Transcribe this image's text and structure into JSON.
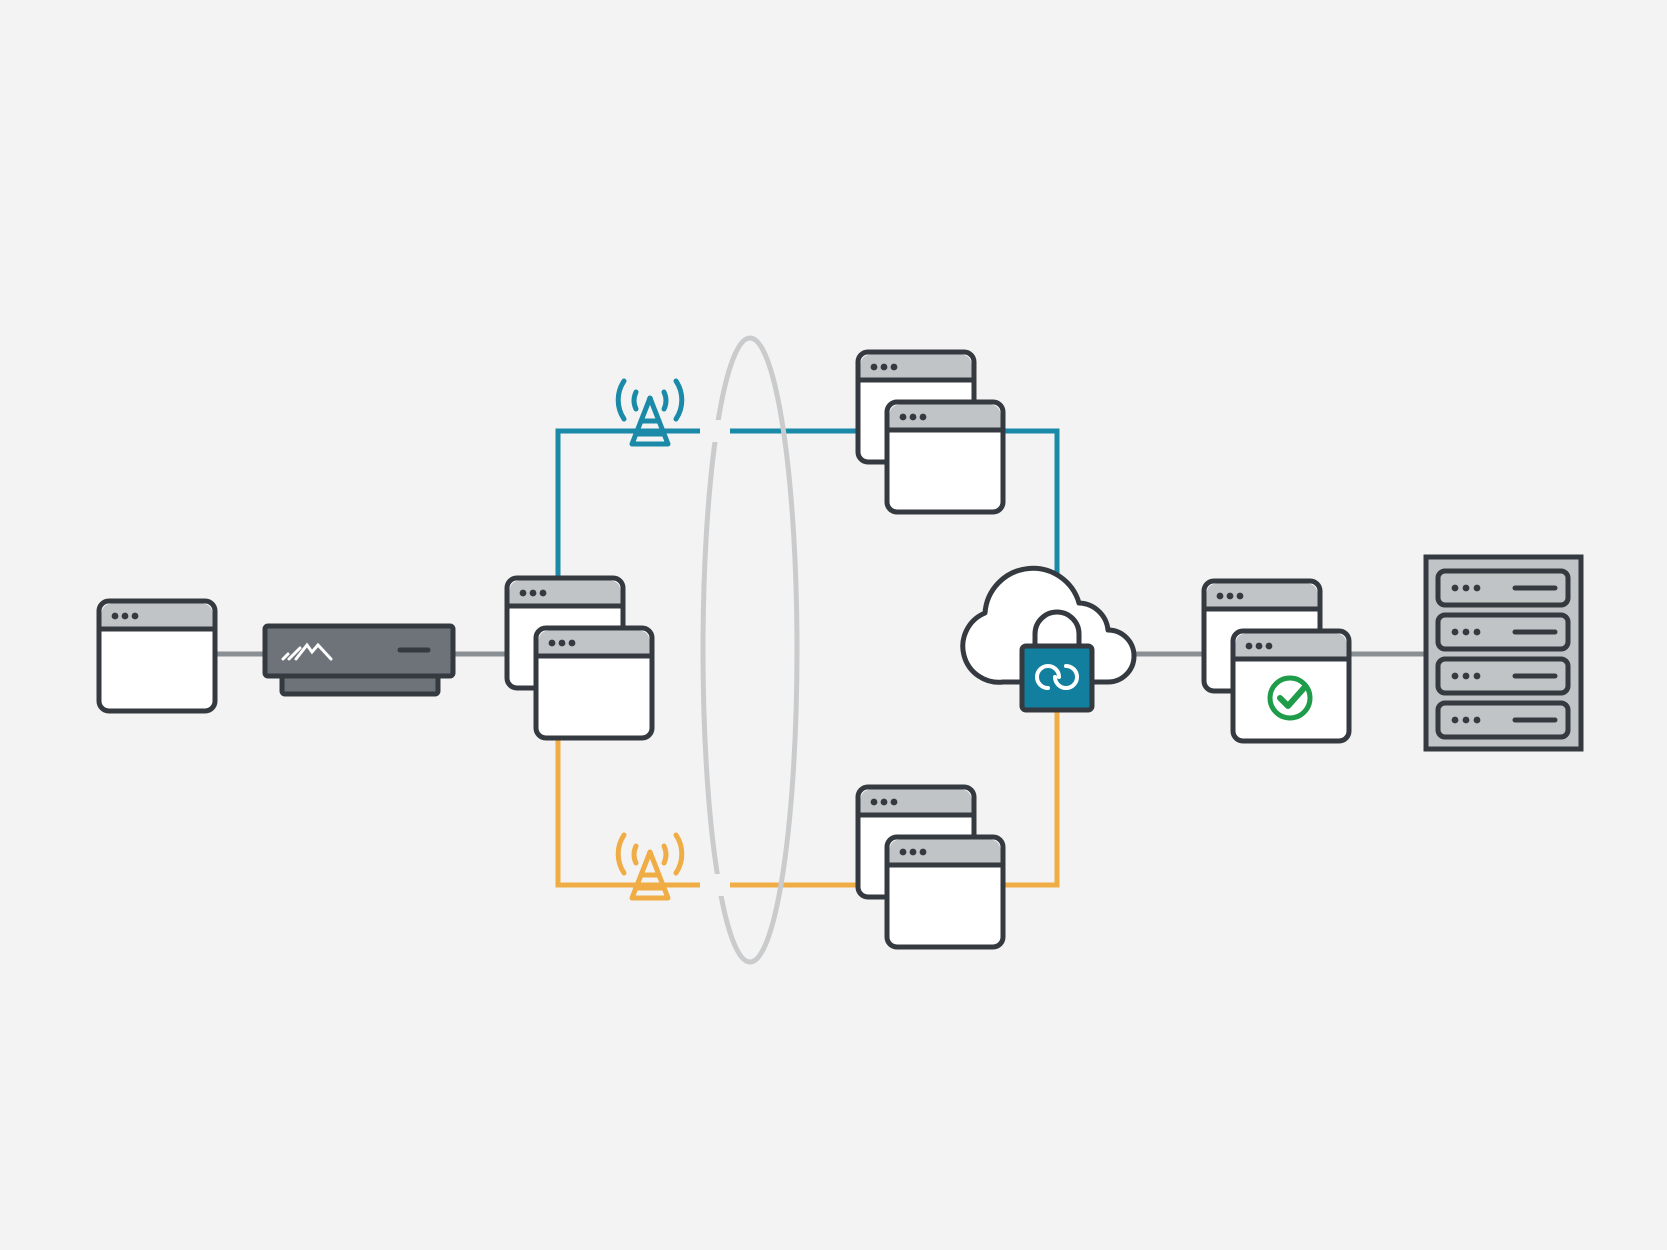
{
  "diagram": {
    "background": "#f3f3f3",
    "colors": {
      "outline": "#343a40",
      "window_titlebar": "#c1c4c7",
      "window_body": "#ffffff",
      "wired_link": "#8a8f94",
      "carrier_a": "#1a8aa8",
      "carrier_b": "#f0ac45",
      "ellipse": "#c9cbcd",
      "appliance": "#6e7379",
      "lock_badge": "#137f9e",
      "check": "#1e9c4a",
      "server_rack": "#c1c4c7"
    },
    "nodes": [
      {
        "id": "client-app",
        "icon": "browser-window-icon"
      },
      {
        "id": "edge-appliance",
        "icon": "network-appliance-icon"
      },
      {
        "id": "bonding-app-stack",
        "icon": "browser-window-stack-icon"
      },
      {
        "id": "carrier-a-tower",
        "icon": "cell-tower-icon",
        "color": "#1a8aa8"
      },
      {
        "id": "carrier-b-tower",
        "icon": "cell-tower-icon",
        "color": "#f0ac45"
      },
      {
        "id": "path-a-window-stack",
        "icon": "browser-window-stack-icon"
      },
      {
        "id": "path-b-window-stack",
        "icon": "browser-window-stack-icon"
      },
      {
        "id": "secure-cloud",
        "icon": "cloud-lock-icon"
      },
      {
        "id": "verified-window-stack",
        "icon": "check-window-icon"
      },
      {
        "id": "server-rack",
        "icon": "server-rack-icon"
      }
    ],
    "links": [
      {
        "from": "client-app",
        "to": "edge-appliance",
        "style": "wired"
      },
      {
        "from": "edge-appliance",
        "to": "bonding-app-stack",
        "style": "wired"
      },
      {
        "from": "bonding-app-stack",
        "to": "secure-cloud",
        "style": "carrier-a",
        "via": "carrier-a-tower"
      },
      {
        "from": "bonding-app-stack",
        "to": "secure-cloud",
        "style": "carrier-b",
        "via": "carrier-b-tower"
      },
      {
        "from": "secure-cloud",
        "to": "verified-window-stack",
        "style": "wired"
      },
      {
        "from": "verified-window-stack",
        "to": "server-rack",
        "style": "wired"
      }
    ]
  }
}
